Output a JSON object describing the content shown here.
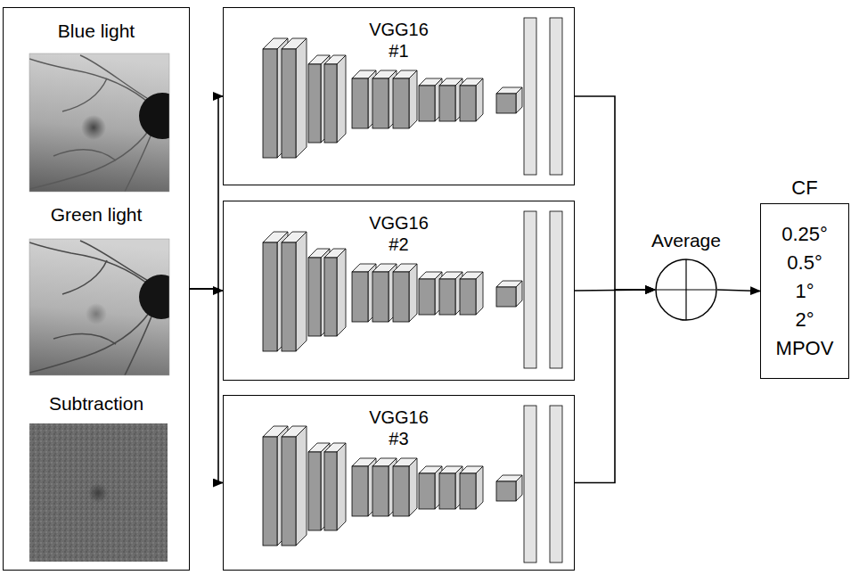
{
  "diagram": {
    "nodes": [
      {
        "text": [
          "Blue light",
          "Green light",
          "Subtraction"
        ]
      },
      {
        "text": [
          "VGG16 #1"
        ]
      },
      {
        "text": [
          "VGG16 #2"
        ]
      },
      {
        "text": [
          "VGG16 #3"
        ]
      },
      {
        "text": [
          "Average"
        ]
      },
      {
        "text": [
          "CF",
          "0.25°",
          "0.5°",
          "1°",
          "2°",
          "MPOV"
        ]
      }
    ],
    "edges": [
      {
        "from": 0,
        "to": 1,
        "arrow": "to"
      },
      {
        "from": 0,
        "to": 2,
        "arrow": "to"
      },
      {
        "from": 0,
        "to": 3,
        "arrow": "to"
      },
      {
        "from": 1,
        "to": 4,
        "arrow": "to"
      },
      {
        "from": 2,
        "to": 4,
        "arrow": "to"
      },
      {
        "from": 3,
        "to": 4,
        "arrow": "to"
      },
      {
        "from": 4,
        "to": 5,
        "arrow": "to"
      }
    ]
  }
}
